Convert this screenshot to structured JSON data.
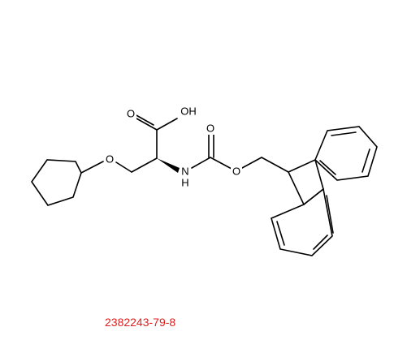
{
  "molecule": {
    "atom_labels": {
      "acid_oh": "OH",
      "acid_carbonyl_o": "O",
      "ether_o": "O",
      "amide_nh_n": "N",
      "amide_nh_h": "H",
      "carbamate_carbonyl_o": "O",
      "carbamate_ester_o": "O"
    },
    "cas_number": "2382243-79-8"
  },
  "colors": {
    "bond": "#000000",
    "atom_label": "#000000",
    "cas_number": "#e02020",
    "background": "#ffffff"
  }
}
